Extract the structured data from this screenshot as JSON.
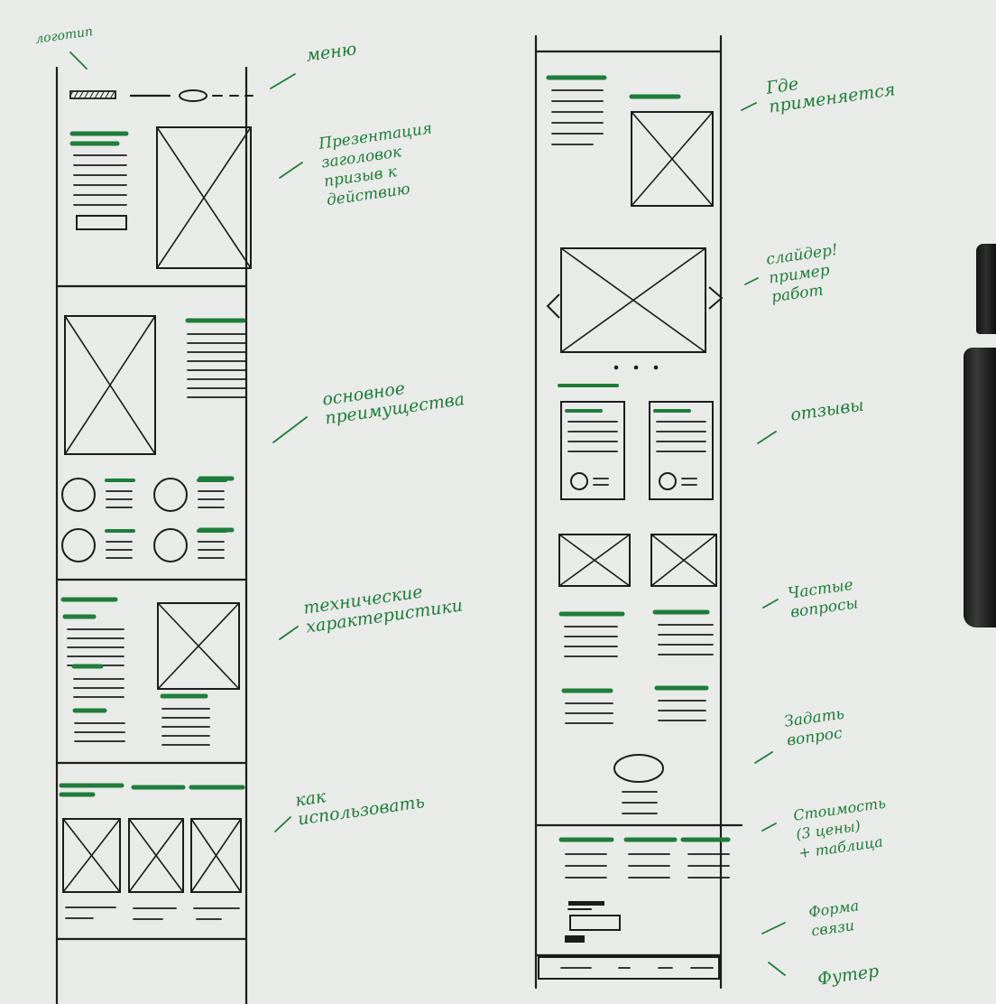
{
  "colors": {
    "paper": "#e9ebe8",
    "ink": "#1c1c1c",
    "accent": "#1e7d3a",
    "marker": "#1a1a1a"
  },
  "annotations": {
    "logo": "логотип",
    "menu": "меню",
    "presentation": "Презентация\nзаголовок\nпризыв к\nдействию",
    "advantages": "основное\nпреимущества",
    "specs": "технические\nхарактеристики",
    "how_to_use": "как\nиспользовать",
    "where_used": "Где\nприменяется",
    "slider": "слайдер!\nпример\nработ",
    "reviews": "отзывы",
    "faq": "Частые\nвопросы",
    "ask_question": "Задать\nвопрос",
    "pricing": "Стоимость\n(3 цены)\n+ таблица",
    "contact_form": "Форма\nсвязи",
    "footer": "Футер"
  }
}
